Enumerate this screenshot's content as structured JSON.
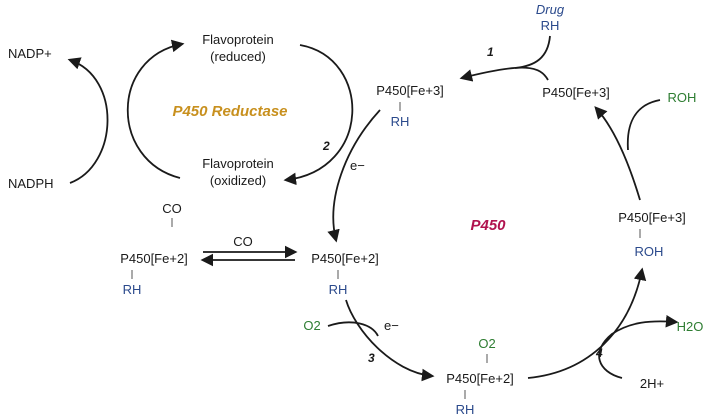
{
  "reductase": {
    "title": "P450 Reductase",
    "nadp_plus": "NADP+",
    "nadph": "NADPH",
    "flavo_reduced": [
      "Flavoprotein",
      "(reduced)"
    ],
    "flavo_oxidized": [
      "Flavoprotein",
      "(oxidized)"
    ]
  },
  "cycle": {
    "title": "P450",
    "drug_label": "Drug",
    "drug_rh": "RH",
    "p450_fe3_top": "P450[Fe+3]",
    "p450_fe3_rh": "P450[Fe+3]",
    "rh1": "RH",
    "electron1": "e−",
    "p450_fe2_rh": "P450[Fe+2]",
    "rh2": "RH",
    "co_label": "CO",
    "p450_fe2_co": "P450[Fe+2]",
    "co_top": "CO",
    "rh3": "RH",
    "o2_in": "O2",
    "electron2": "e−",
    "p450_fe2_o2": "P450[Fe+2]",
    "o2_bound": "O2",
    "rh4": "RH",
    "h2o": "H2O",
    "two_h": "2H+",
    "p450_fe3_roh": "P450[Fe+3]",
    "roh_bound": "ROH",
    "roh_out": "ROH"
  },
  "steps": [
    "1",
    "2",
    "3",
    "4"
  ],
  "colors": {
    "reductase_title": "#c8901e",
    "cycle_title": "#b0124e",
    "substrate_blue": "#2b4a8c",
    "oxygen_green": "#2e7d32"
  }
}
